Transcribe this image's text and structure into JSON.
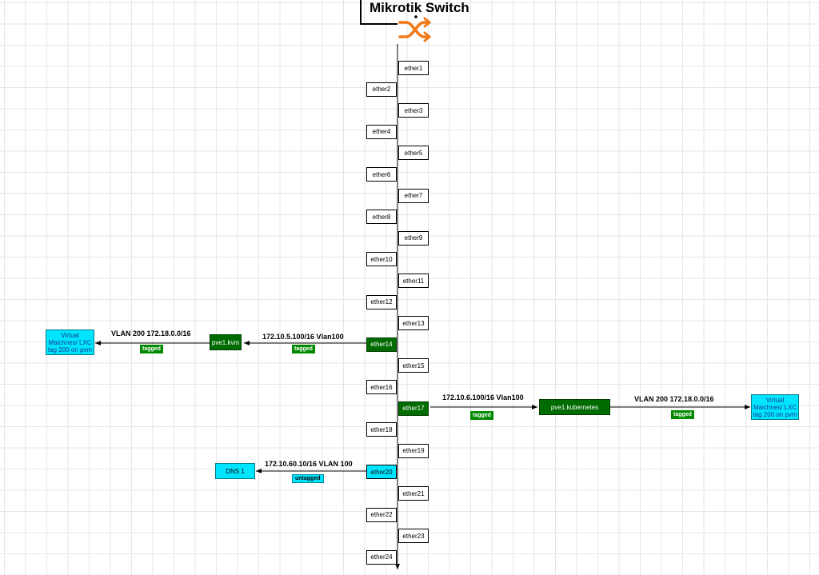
{
  "title": "Mikrotik Switch",
  "switch_icon": "shuffle-arrows-icon",
  "colors": {
    "green": "#006b00",
    "cyan": "#00e5ff",
    "orange": "#f07a1a"
  },
  "ports": [
    "ether1",
    "ether2",
    "ether3",
    "ether4",
    "ether5",
    "ether6",
    "ether7",
    "ether8",
    "ether9",
    "ether10",
    "ether11",
    "ether12",
    "ether13",
    "ether14",
    "ether15",
    "ether16",
    "ether17",
    "ether18",
    "ether19",
    "ether20",
    "ether21",
    "ether22",
    "ether23",
    "ether24"
  ],
  "links": {
    "ether14": {
      "link_label": "172.10.5.100/16 Vlan100",
      "link_tag": "tagged",
      "target": "pve1.kvm",
      "vlan_label": "VLAN 200 172.18.0.0/16",
      "vlan_tag": "tagged",
      "vm": "Virtual Maichnes/ LXC tag 200 on pvm"
    },
    "ether17": {
      "link_label": "172.10.6.100/16 Vlan100",
      "link_tag": "tagged",
      "target": "pve1.kubernetes",
      "vlan_label": "VLAN 200 172.18.0.0/16",
      "vlan_tag": "tagged",
      "vm": "Virtual Maichnes/ LXC tag 200 on pvm"
    },
    "ether20": {
      "link_label": "172.10.60.10/16 VLAN 100",
      "link_tag": "untagged",
      "target": "DNS 1"
    }
  }
}
